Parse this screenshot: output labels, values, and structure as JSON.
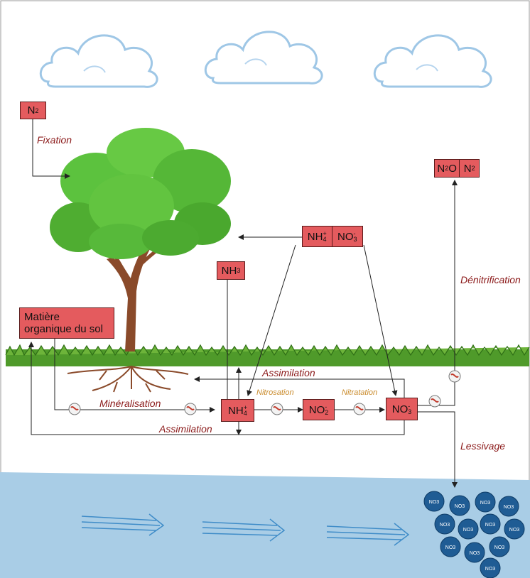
{
  "species": {
    "n2": {
      "main": "N",
      "sub": "2"
    },
    "n2o": {
      "main": "N",
      "sub": "2",
      "tail": "O"
    },
    "nh3": {
      "main": "NH",
      "sub": "3"
    },
    "nh4": {
      "main": "NH",
      "sub": "4",
      "sup": "+"
    },
    "no3": {
      "main": "NO",
      "sub": "3",
      "sup": "-"
    },
    "no2": {
      "main": "NO",
      "sub": "2",
      "sup": "-"
    }
  },
  "boxes": {
    "organic_matter": {
      "line1": "Matière",
      "line2": "organique du sol"
    }
  },
  "processes": {
    "fixation": "Fixation",
    "denitrification": "Dénitrification",
    "assimilation_top": "Assimilation",
    "assimilation_bottom": "Assimilation",
    "mineralisation": "Minéralisation",
    "nitrosation": "Nitrosation",
    "nitratation": "Nitratation",
    "lessivage": "Lessivage"
  },
  "groundwater_nitrates": {
    "label": "NO3",
    "count": 12
  },
  "colors": {
    "box_fill": "#e45b5e",
    "label_red": "#8b1a1a",
    "label_orange": "#c98a2a",
    "water": "#a9cde6",
    "nitrate_dot": "#1f5c94",
    "grass": "#4f9a2a",
    "foliage": "#4fb83a",
    "trunk": "#8a4a2a"
  },
  "icons": [
    "cloud-icon",
    "tree-icon",
    "roots-icon",
    "microbe-icon",
    "flow-arrow-icon"
  ]
}
